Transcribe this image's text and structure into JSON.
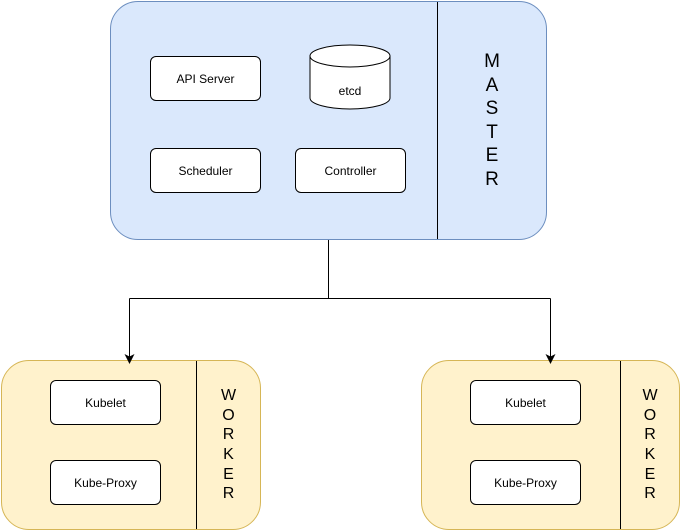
{
  "master": {
    "label_chars": [
      "M",
      "A",
      "S",
      "T",
      "E",
      "R"
    ],
    "components": {
      "api_server": "API Server",
      "etcd": "etcd",
      "scheduler": "Scheduler",
      "controller": "Controller"
    }
  },
  "workers": [
    {
      "label_chars": [
        "W",
        "O",
        "R",
        "K",
        "E",
        "R"
      ],
      "components": {
        "kubelet": "Kubelet",
        "kube_proxy": "Kube-Proxy"
      }
    },
    {
      "label_chars": [
        "W",
        "O",
        "R",
        "K",
        "E",
        "R"
      ],
      "components": {
        "kubelet": "Kubelet",
        "kube_proxy": "Kube-Proxy"
      }
    }
  ],
  "colors": {
    "master_fill": "#dae8fc",
    "master_stroke": "#6c8ebf",
    "worker_fill": "#fff2cc",
    "worker_stroke": "#d6b656",
    "box_fill": "#ffffff",
    "line": "#000000"
  }
}
